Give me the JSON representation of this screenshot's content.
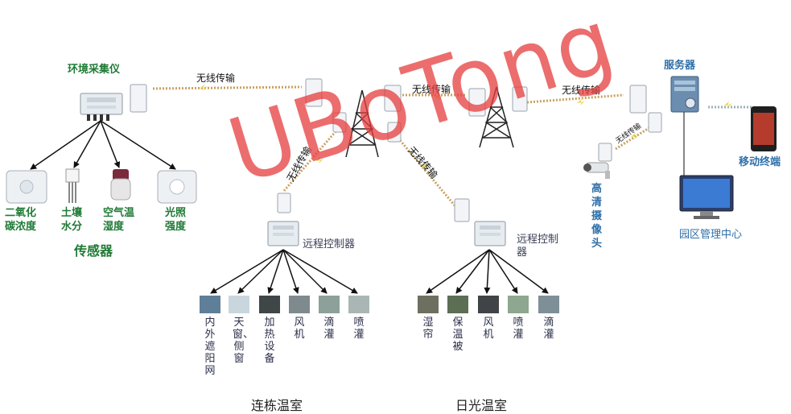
{
  "collector": {
    "label": "环境采集仪"
  },
  "sensors": {
    "title": "传感器",
    "items": [
      {
        "label": "二氧化碳浓度"
      },
      {
        "label": "土壤水分"
      },
      {
        "label": "空气温湿度"
      },
      {
        "label": "光照强度"
      }
    ]
  },
  "wireless": {
    "label": "无线传输"
  },
  "controllers": {
    "label": "远程控制器"
  },
  "greenhouse_a": {
    "title": "连栋温室",
    "devices": [
      {
        "label": "内外遮阳网"
      },
      {
        "label": "天窗、侧窗"
      },
      {
        "label": "加热设备"
      },
      {
        "label": "风机"
      },
      {
        "label": "滴灌"
      },
      {
        "label": "喷灌"
      }
    ]
  },
  "greenhouse_b": {
    "title": "日光温室",
    "devices": [
      {
        "label": "湿帘"
      },
      {
        "label": "保温被"
      },
      {
        "label": "风机"
      },
      {
        "label": "喷灌"
      },
      {
        "label": "滴灌"
      }
    ]
  },
  "server": {
    "label": "服务器"
  },
  "mobile": {
    "label": "移动终端"
  },
  "camera": {
    "label": "高清摄像头"
  },
  "center": {
    "label": "园区管理中心"
  },
  "watermark": {
    "text": "UBoTong"
  },
  "colors": {
    "green": "#1f7a35",
    "wire": "#caa060",
    "arrow": "#111111",
    "watermark": "#e63c3c"
  }
}
